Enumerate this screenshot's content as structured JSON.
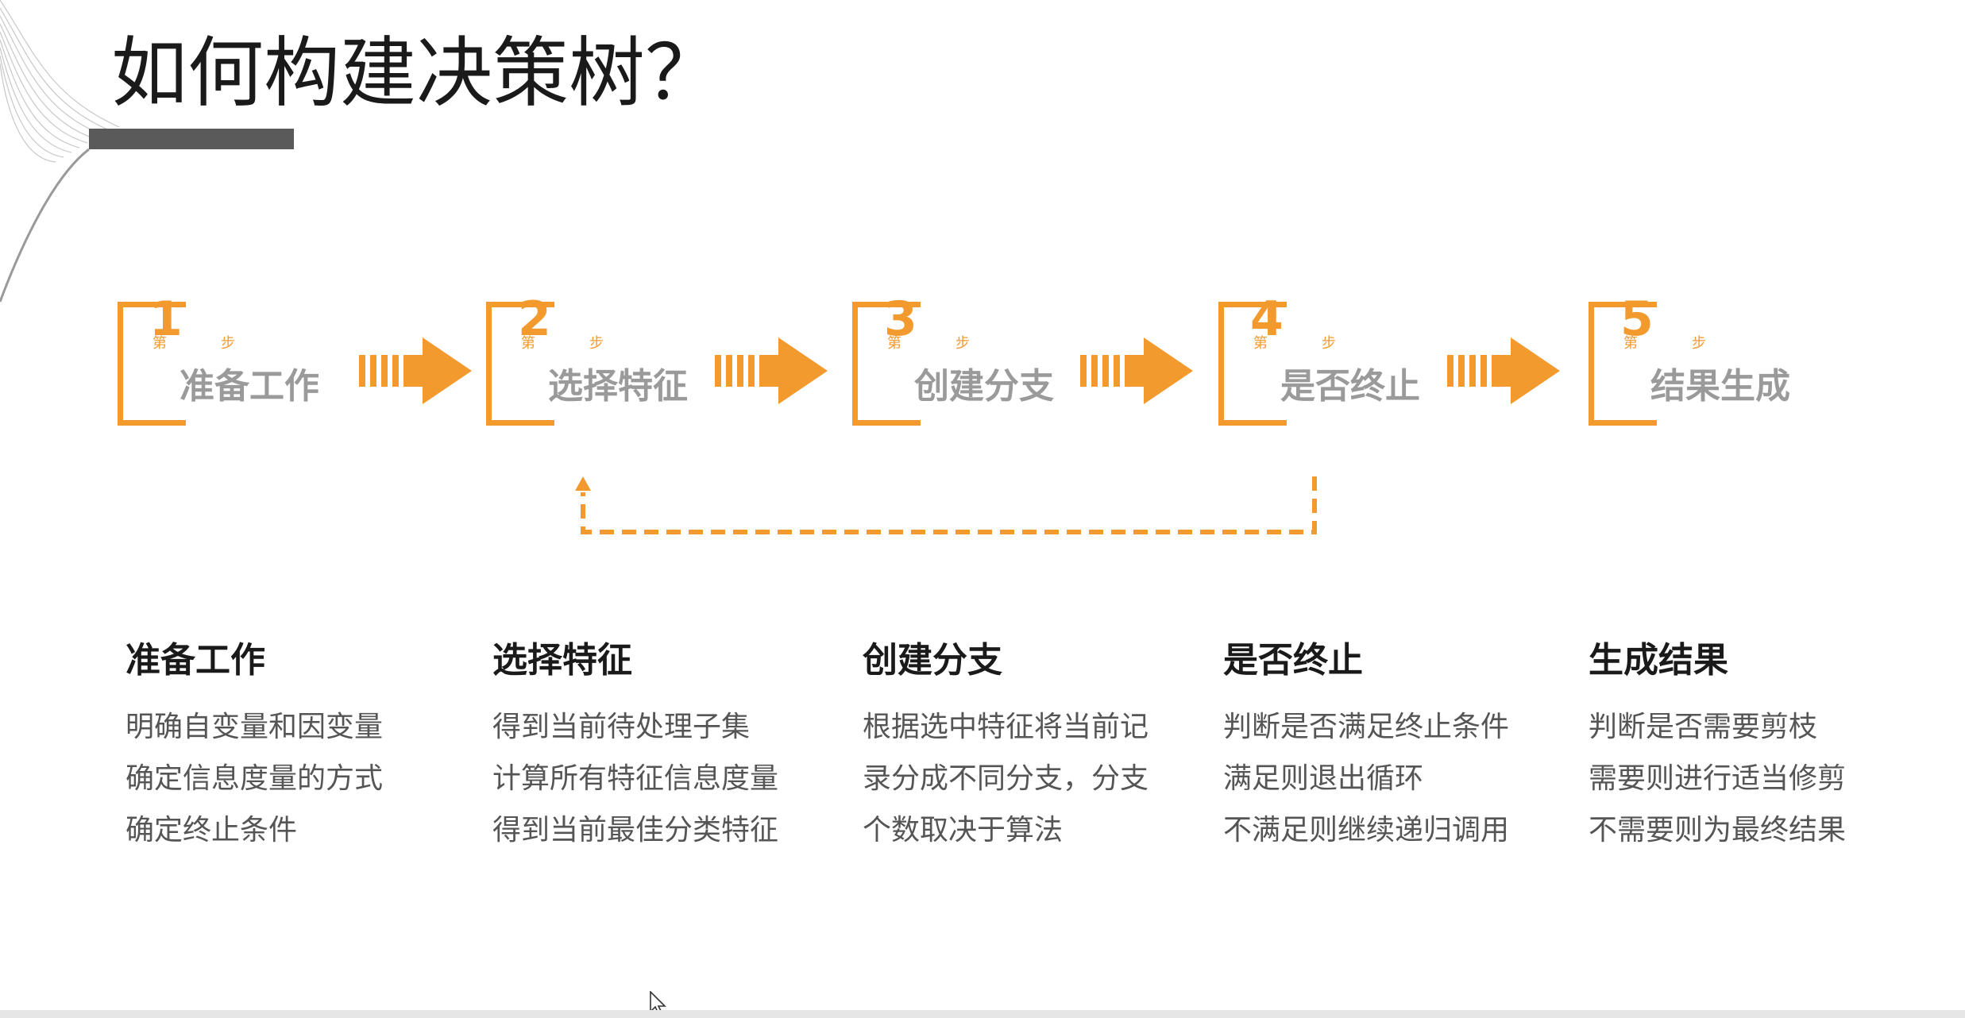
{
  "title": "如何构建决策树？",
  "colors": {
    "accent": "#f39a2f",
    "title_bar": "#5a5a5a",
    "step_label": "#9a9a9a"
  },
  "steps": [
    {
      "number": "1",
      "di": "第",
      "bu": "步",
      "label": "准备工作"
    },
    {
      "number": "2",
      "di": "第",
      "bu": "步",
      "label": "选择特征"
    },
    {
      "number": "3",
      "di": "第",
      "bu": "步",
      "label": "创建分支"
    },
    {
      "number": "4",
      "di": "第",
      "bu": "步",
      "label": "是否终止"
    },
    {
      "number": "5",
      "di": "第",
      "bu": "步",
      "label": "结果生成"
    }
  ],
  "details": [
    {
      "heading": "准备工作",
      "lines": [
        "明确自变量和因变量",
        "确定信息度量的方式",
        "确定终止条件"
      ]
    },
    {
      "heading": "选择特征",
      "lines": [
        "得到当前待处理子集",
        "计算所有特征信息度量",
        "得到当前最佳分类特征"
      ]
    },
    {
      "heading": "创建分支",
      "lines": [
        "根据选中特征将当前记",
        "录分成不同分支，分支",
        "个数取决于算法"
      ]
    },
    {
      "heading": "是否终止",
      "lines": [
        "判断是否满足终止条件",
        "满足则退出循环",
        "不满足则继续递归调用"
      ]
    },
    {
      "heading": "生成结果",
      "lines": [
        "判断是否需要剪枝",
        "需要则进行适当修剪",
        "不需要则为最终结果"
      ]
    }
  ]
}
